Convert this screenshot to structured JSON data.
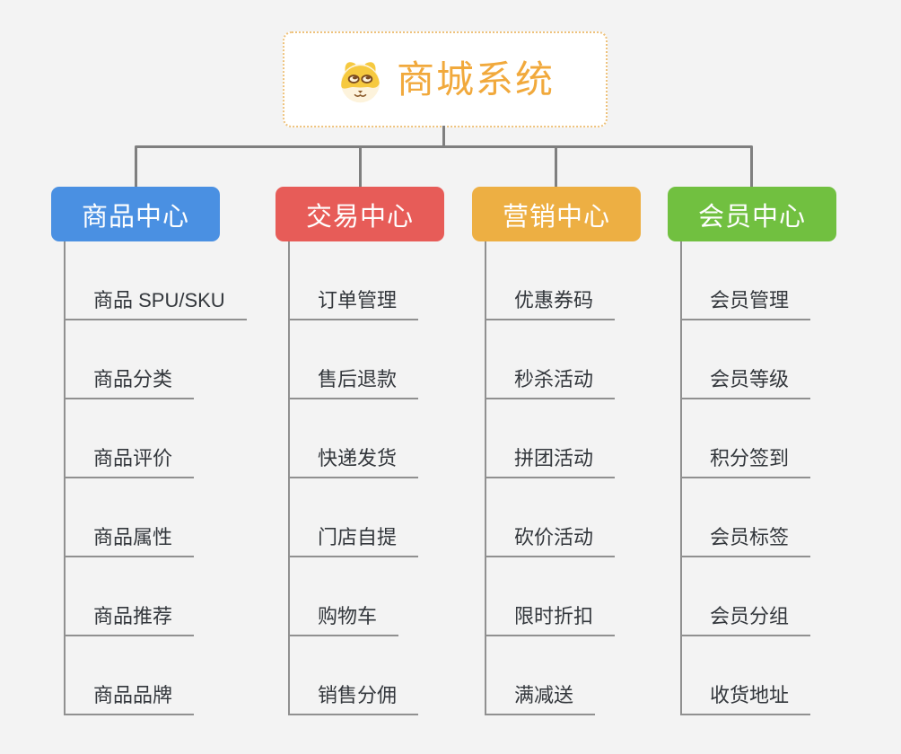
{
  "page": {
    "background": "#f3f3f3"
  },
  "root": {
    "title": "商城系统",
    "accent": "#f1a93c",
    "border_color": "#eec27c",
    "icon": "dog-face-icon"
  },
  "connectors": {
    "color": "#7f7f7f",
    "sub_line_color": "#909090"
  },
  "branches": [
    {
      "label": "商品中心",
      "color": "#4a90e2",
      "children": [
        "商品 SPU/SKU",
        "商品分类",
        "商品评价",
        "商品属性",
        "商品推荐",
        "商品品牌"
      ]
    },
    {
      "label": "交易中心",
      "color": "#e75c58",
      "children": [
        "订单管理",
        "售后退款",
        "快递发货",
        "门店自提",
        "购物车",
        "销售分佣"
      ]
    },
    {
      "label": "营销中心",
      "color": "#edaf43",
      "children": [
        "优惠券码",
        "秒杀活动",
        "拼团活动",
        "砍价活动",
        "限时折扣",
        "满减送"
      ]
    },
    {
      "label": "会员中心",
      "color": "#71c040",
      "children": [
        "会员管理",
        "会员等级",
        "积分签到",
        "会员标签",
        "会员分组",
        "收货地址"
      ]
    }
  ]
}
